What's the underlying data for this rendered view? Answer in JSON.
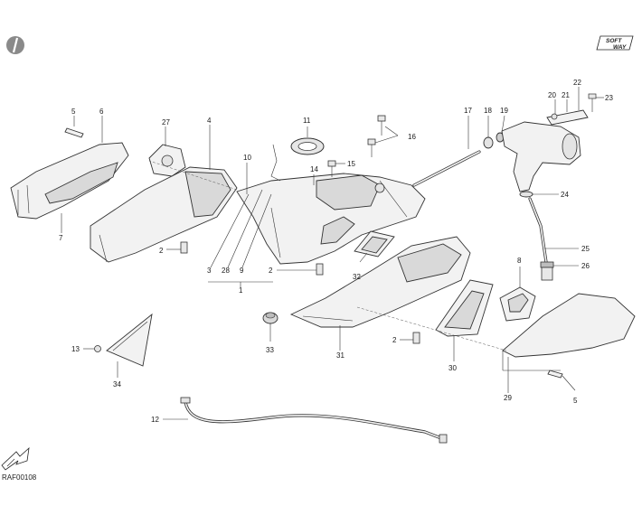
{
  "document": {
    "reference_code": "RAF00108"
  },
  "logo": {
    "line1": "SOFT",
    "line2": "WAY"
  },
  "callouts": {
    "c1": "1",
    "c2a": "2",
    "c2b": "2",
    "c2c": "2",
    "c3": "3",
    "c4": "4",
    "c5a": "5",
    "c5b": "5",
    "c6": "6",
    "c7": "7",
    "c8": "8",
    "c9": "9",
    "c11": "11",
    "c12": "12",
    "c13": "13",
    "c14": "14",
    "c15": "15",
    "c16": "16",
    "c17": "17",
    "c18": "18",
    "c19": "19",
    "c20": "20",
    "c21": "21",
    "c22": "22",
    "c23": "23",
    "c24": "24",
    "c25": "25",
    "c26": "26",
    "c27": "27",
    "c28": "28",
    "c29": "29",
    "c30": "30",
    "c31": "31",
    "c32": "32",
    "c33": "33",
    "c34": "34",
    "c10": "10"
  },
  "colors": {
    "ink": "#333333",
    "part_fill": "#f2f2f2",
    "shade": "#d9d9d9",
    "badge": "#8a8a8a"
  },
  "icons": {
    "section_badge": "section-badge-icon",
    "orientation": "orientation-arrow-icon"
  }
}
